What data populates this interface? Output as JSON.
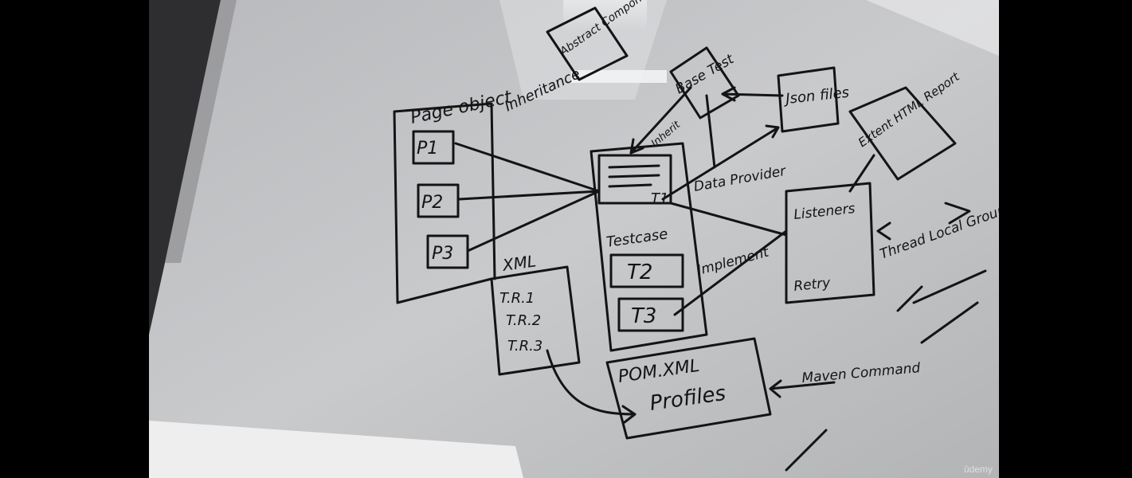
{
  "video": {
    "watermark": "ûdemy"
  },
  "whiteboard": {
    "labels": {
      "page_object": "Page object",
      "p1": "P1",
      "p2": "P2",
      "p3": "P3",
      "abstract_component": "Abstract Component",
      "inheritance": "Inheritance",
      "base_test": "Base Test",
      "inherit": "Inherit",
      "json_files": "Json files",
      "extent_report": "Extent HTML Report",
      "data_provider": "Data Provider",
      "testcase": "Testcase",
      "t1": "T1",
      "t2": "T2",
      "t3": "T3",
      "xml": "XML",
      "tr1": "T.R.1",
      "tr2": "T.R.2",
      "tr3": "T.R.3",
      "implement": "Implement",
      "listeners": "Listeners",
      "retry": "Retry",
      "thread_local": "Thread Local Group",
      "pom_xml": "POM.XML",
      "profiles": "Profiles",
      "maven_command": "Maven Command"
    }
  }
}
